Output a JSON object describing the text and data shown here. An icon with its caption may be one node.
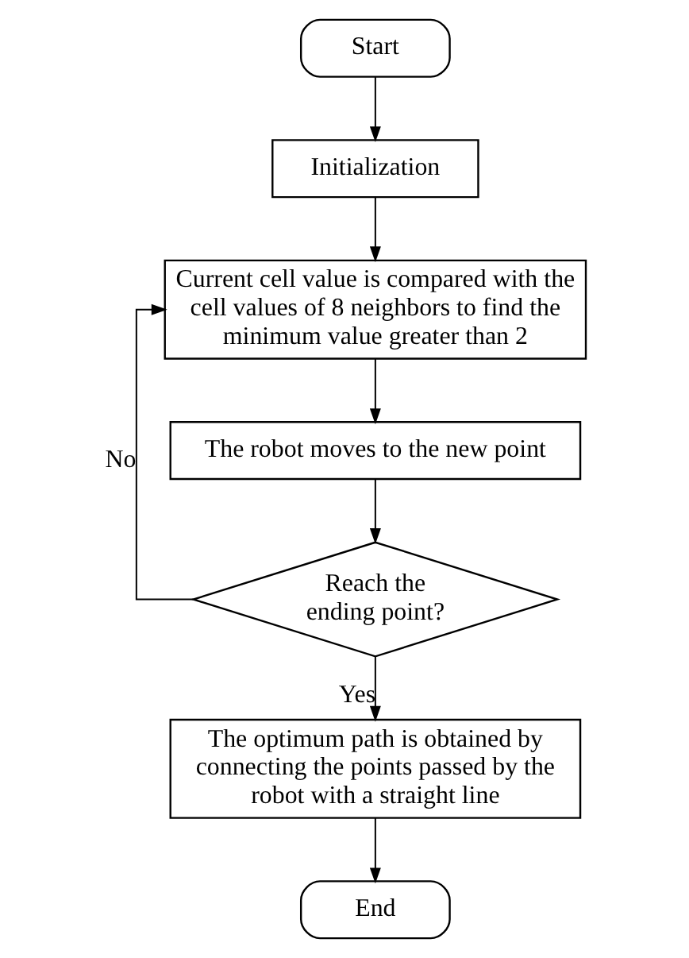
{
  "diagram": {
    "nodes": [
      {
        "text": [
          "Start"
        ]
      },
      {
        "text": [
          "Initialization"
        ]
      },
      {
        "text": [
          "Current cell value is compared with the cell values of 8 neighbors to find the minimum value greater than 2"
        ]
      },
      {
        "text": [
          "The robot moves to the new point"
        ]
      },
      {
        "text": [
          "Reach the ending point?"
        ]
      },
      {
        "text": [
          "The optimum path is obtained by connecting the points passed by the robot with a straight line"
        ]
      },
      {
        "text": [
          "End"
        ]
      }
    ],
    "edges": [
      {
        "from": 0,
        "to": 1,
        "arrow": "to"
      },
      {
        "from": 1,
        "to": 2,
        "arrow": "to"
      },
      {
        "from": 2,
        "to": 3,
        "arrow": "to"
      },
      {
        "from": 3,
        "to": 4,
        "arrow": "to"
      },
      {
        "from": 4,
        "to": 2,
        "arrow": "to",
        "label": "No"
      },
      {
        "from": 4,
        "to": 5,
        "arrow": "to",
        "label": "Yes"
      },
      {
        "from": 5,
        "to": 6,
        "arrow": "to"
      }
    ]
  }
}
